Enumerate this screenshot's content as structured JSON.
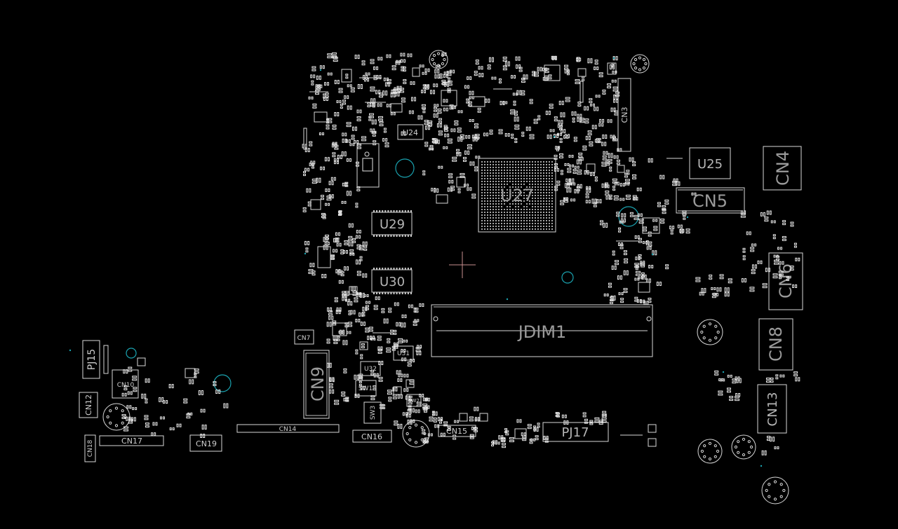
{
  "components": [
    {
      "ref": "U27"
    },
    {
      "ref": "U25"
    },
    {
      "ref": "CN5"
    },
    {
      "ref": "CN4"
    },
    {
      "ref": "CN3"
    },
    {
      "ref": "U24"
    },
    {
      "ref": "U29"
    },
    {
      "ref": "U30"
    },
    {
      "ref": "CN6"
    },
    {
      "ref": "JDIM1"
    },
    {
      "ref": "CN8"
    },
    {
      "ref": "CN9"
    },
    {
      "ref": "CN7"
    },
    {
      "ref": "U31"
    },
    {
      "ref": "U32"
    },
    {
      "ref": "SW1"
    },
    {
      "ref": "SW3"
    },
    {
      "ref": "SW2"
    },
    {
      "ref": "CN13"
    },
    {
      "ref": "PJ15"
    },
    {
      "ref": "CN10"
    },
    {
      "ref": "CN12"
    },
    {
      "ref": "CN17"
    },
    {
      "ref": "CN19"
    },
    {
      "ref": "CN14"
    },
    {
      "ref": "CN16"
    },
    {
      "ref": "CN15"
    },
    {
      "ref": "PJ17"
    },
    {
      "ref": "CN18"
    }
  ],
  "colors": {
    "background": "#000000",
    "outline": "#d8d8d8",
    "via": "#1aa3b0",
    "marker": "#c98f8f"
  }
}
